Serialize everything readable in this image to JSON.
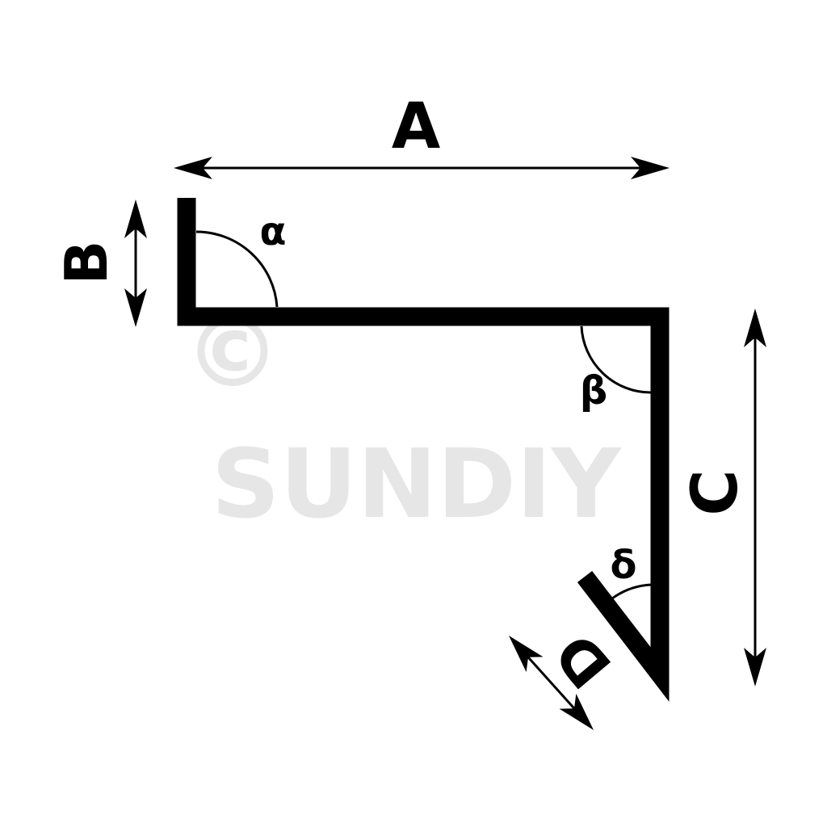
{
  "watermark": {
    "copyright": "©",
    "brand": "SUNDIY"
  },
  "dimensions": {
    "A": "A",
    "B": "B",
    "C": "C",
    "D": "D"
  },
  "angles": {
    "alpha": "α",
    "beta": "β",
    "delta": "δ"
  },
  "colors": {
    "stroke": "#000000",
    "watermark": "#e6e6e6"
  }
}
